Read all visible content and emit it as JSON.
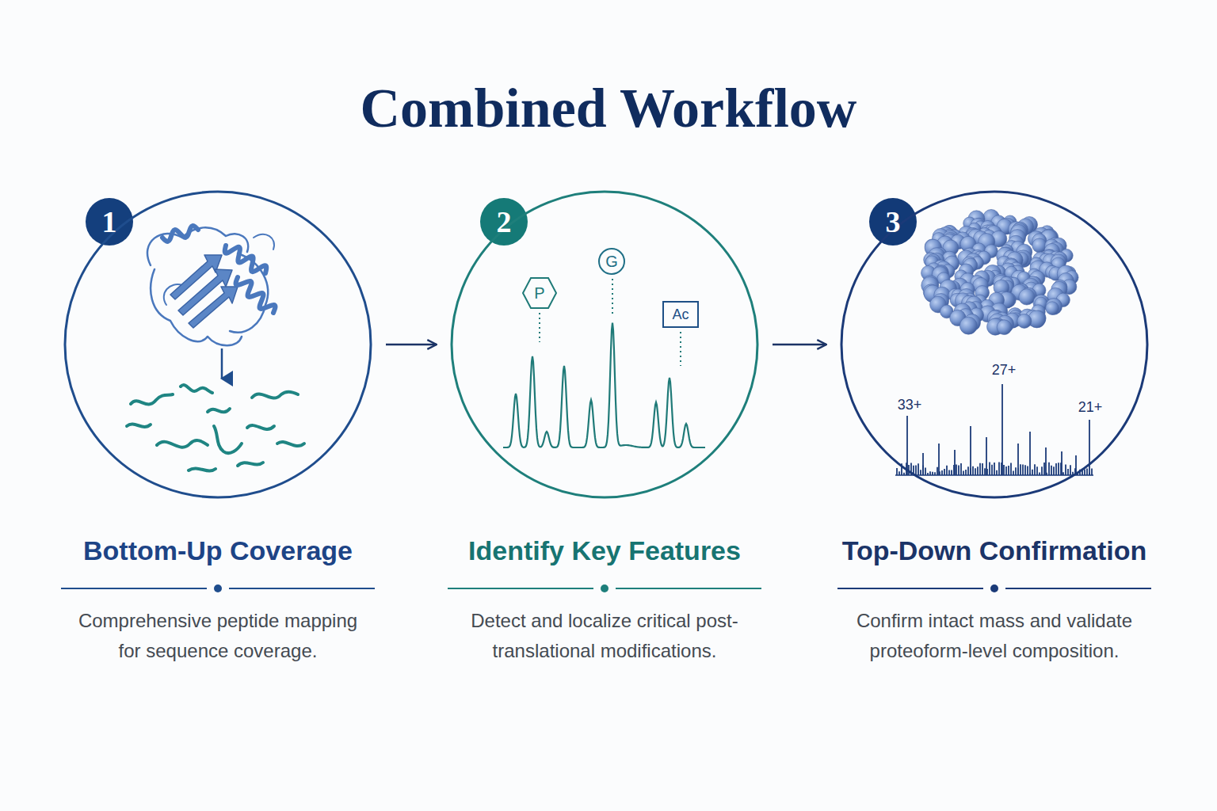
{
  "diagram": {
    "title": "Combined Workflow",
    "nodes": [
      {
        "text": [
          "1"
        ]
      },
      {
        "text": [
          "Bottom-Up Coverage",
          "Comprehensive peptide mapping for sequence coverage."
        ]
      },
      {
        "text": [
          "2"
        ]
      },
      {
        "text": [
          "Identify Key Features",
          "Detect and localize critical post-translational modifications."
        ]
      },
      {
        "text": [
          "P"
        ],
        "in": 3
      },
      {
        "text": [
          "G"
        ],
        "in": 3
      },
      {
        "text": [
          "Ac"
        ],
        "in": 3
      },
      {
        "text": [
          "3"
        ]
      },
      {
        "text": [
          "Top-Down Confirmation",
          "Confirm intact mass and validate proteoform-level composition."
        ]
      }
    ],
    "edges": [
      {
        "from": 1,
        "to": 3,
        "arrow": "to"
      },
      {
        "from": 3,
        "to": 8,
        "arrow": "to"
      }
    ],
    "labels": [
      "33+",
      "27+",
      "21+"
    ]
  }
}
